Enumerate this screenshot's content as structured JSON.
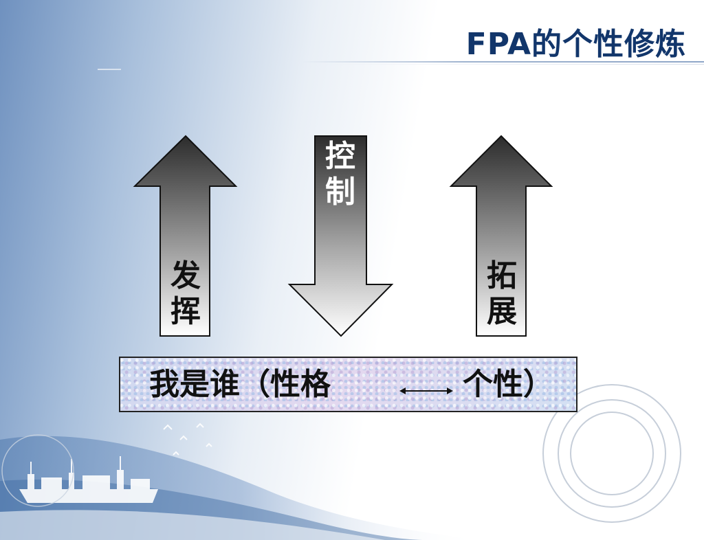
{
  "slide": {
    "title": "FPA的个性修炼"
  },
  "diagram": {
    "arrows": [
      {
        "id": "fahui",
        "direction": "up",
        "label": "发挥",
        "chars": [
          "发",
          "挥"
        ]
      },
      {
        "id": "kongzhi",
        "direction": "down",
        "label": "控制",
        "chars": [
          "控",
          "制"
        ]
      },
      {
        "id": "tuozhan",
        "direction": "up",
        "label": "拓展",
        "chars": [
          "拓",
          "展"
        ]
      }
    ],
    "base_box": {
      "left_text": "我是谁（性格",
      "right_text": "个性）",
      "connector": "double-headed-arrow-icon"
    }
  },
  "colors": {
    "title": "#12366b",
    "arrow_dark": "#3a3a3a",
    "arrow_light": "#ffffff",
    "box_fill": "#d6dff2"
  }
}
